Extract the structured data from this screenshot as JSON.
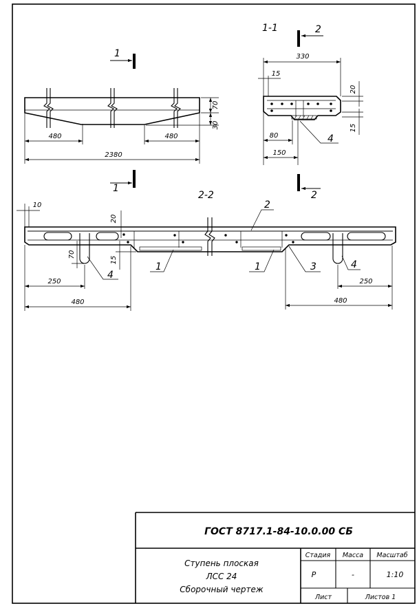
{
  "elevation": {
    "cut_top_label": "1",
    "cut_bottom_label": "1",
    "dim_left": "480",
    "dim_right": "480",
    "dim_length": "2380",
    "dim_plate": "70",
    "dim_rib": "30"
  },
  "section_1_1": {
    "title": "1-1",
    "cut_top_label": "2",
    "cut_bottom_label": "2",
    "dim_width": "330",
    "dim_cover": "15",
    "dim_chamfer": "20",
    "dim_bottom": "15",
    "dim_80": "80",
    "dim_150": "150",
    "callout_4": "4"
  },
  "section_2_2": {
    "title": "2-2",
    "dim_10": "10",
    "dim_20": "20",
    "dim_70": "70",
    "dim_15": "15",
    "dim_left_250": "250",
    "dim_left_480": "480",
    "dim_right_250": "250",
    "dim_right_480": "480",
    "callout_1a": "1",
    "callout_1b": "1",
    "callout_2": "2",
    "callout_3": "3",
    "callout_4a": "4",
    "callout_4b": "4"
  },
  "title_block": {
    "designation": "ГОСТ 8717.1-84-10.0.00 СБ",
    "name_line1": "Ступень плоская",
    "name_line2": "ЛСС 24",
    "name_line3": "Сборочный чертеж",
    "header_stage": "Стадия",
    "header_mass": "Масса",
    "header_scale": "Масштаб",
    "value_stage": "Р",
    "value_mass": "-",
    "value_scale": "1:10",
    "sheet_label": "Лист",
    "sheets_label": "Листов 1"
  }
}
